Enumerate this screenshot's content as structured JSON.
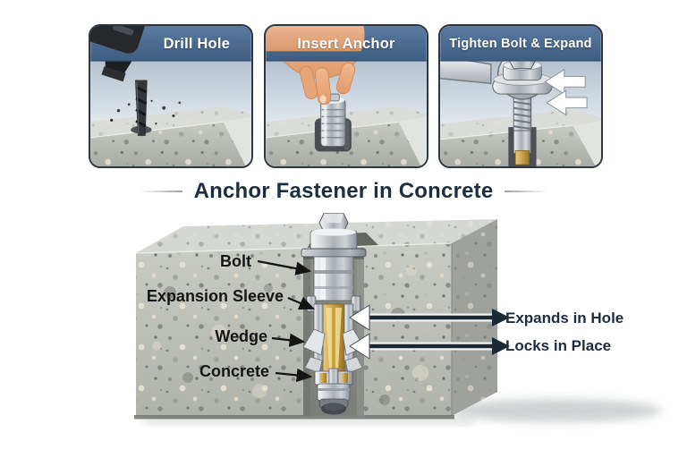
{
  "steps": [
    {
      "id": "drill-hole",
      "title": "Drill Hole"
    },
    {
      "id": "insert-anchor",
      "title": "Insert Anchor"
    },
    {
      "id": "tighten-bolt",
      "title": "Tighten Bolt & Expand"
    }
  ],
  "diagram": {
    "title": "Anchor Fastener in Concrete",
    "part_labels": [
      {
        "label": "Bolt"
      },
      {
        "label": "Expansion Sleeve"
      },
      {
        "label": "Wedge"
      },
      {
        "label": "Concrete"
      }
    ],
    "callouts": [
      {
        "label": "Expands in Hole"
      },
      {
        "label": "Locks in Place"
      }
    ]
  },
  "colors": {
    "header_band": "#4a6a8c",
    "title_text": "#1e2e40",
    "part_label_text": "#151515",
    "callout_text": "#1d2c3e",
    "concrete": "#bfc1bb",
    "hole_shadow": "#858882",
    "metal_light": "#f5f6f8",
    "metal_dark": "#8d949b",
    "gold": "#c9a24a",
    "skin": "#efae83"
  }
}
